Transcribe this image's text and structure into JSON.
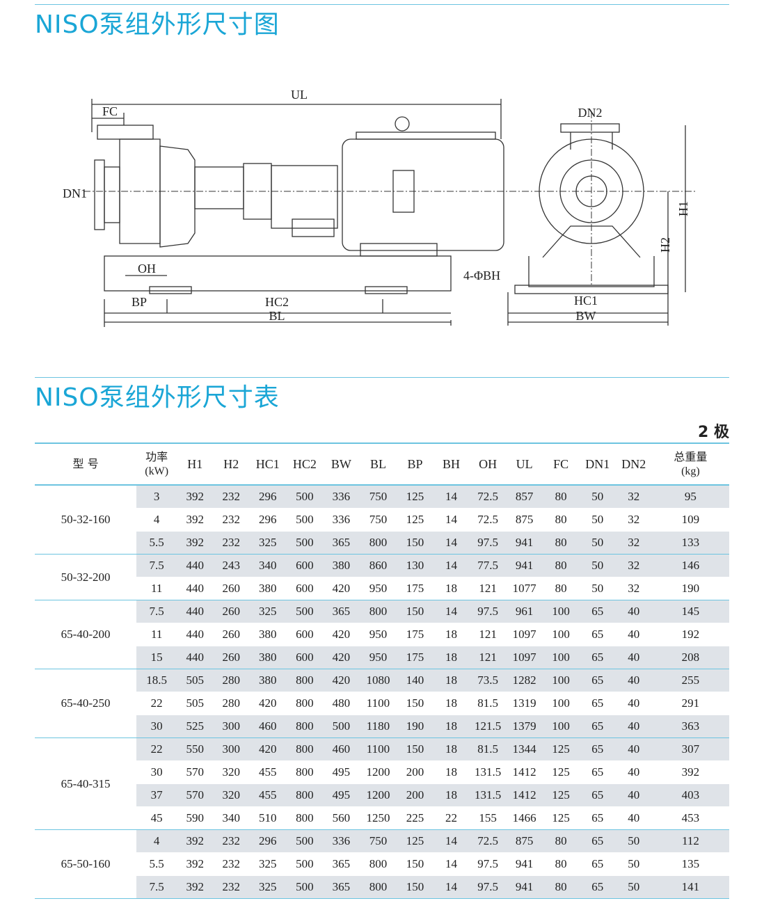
{
  "headings": {
    "drawing_title": "NISO泵组外形尺寸图",
    "table_title": "NISO泵组外形尺寸表",
    "pole_note": "2 极"
  },
  "drawing_labels": {
    "ul": "UL",
    "fc": "FC",
    "dn1": "DN1",
    "oh": "OH",
    "bp": "BP",
    "hc2": "HC2",
    "bl": "BL",
    "dn2": "DN2",
    "h1": "H1",
    "h2": "H2",
    "bh": "4-ΦBH",
    "hc1": "HC1",
    "bw": "BW"
  },
  "table": {
    "headers": [
      "型 号",
      "功率\n(kW)",
      "H1",
      "H2",
      "HC1",
      "HC2",
      "BW",
      "BL",
      "BP",
      "BH",
      "OH",
      "UL",
      "FC",
      "DN1",
      "DN2",
      "总重量\n(kg)"
    ],
    "groups": [
      {
        "model": "50-32-160",
        "rows": [
          [
            "3",
            "392",
            "232",
            "296",
            "500",
            "336",
            "750",
            "125",
            "14",
            "72.5",
            "857",
            "80",
            "50",
            "32",
            "95"
          ],
          [
            "4",
            "392",
            "232",
            "296",
            "500",
            "336",
            "750",
            "125",
            "14",
            "72.5",
            "875",
            "80",
            "50",
            "32",
            "109"
          ],
          [
            "5.5",
            "392",
            "232",
            "325",
            "500",
            "365",
            "800",
            "150",
            "14",
            "97.5",
            "941",
            "80",
            "50",
            "32",
            "133"
          ]
        ]
      },
      {
        "model": "50-32-200",
        "rows": [
          [
            "7.5",
            "440",
            "243",
            "340",
            "600",
            "380",
            "860",
            "130",
            "14",
            "77.5",
            "941",
            "80",
            "50",
            "32",
            "146"
          ],
          [
            "11",
            "440",
            "260",
            "380",
            "600",
            "420",
            "950",
            "175",
            "18",
            "121",
            "1077",
            "80",
            "50",
            "32",
            "190"
          ]
        ]
      },
      {
        "model": "65-40-200",
        "rows": [
          [
            "7.5",
            "440",
            "260",
            "325",
            "500",
            "365",
            "800",
            "150",
            "14",
            "97.5",
            "961",
            "100",
            "65",
            "40",
            "145"
          ],
          [
            "11",
            "440",
            "260",
            "380",
            "600",
            "420",
            "950",
            "175",
            "18",
            "121",
            "1097",
            "100",
            "65",
            "40",
            "192"
          ],
          [
            "15",
            "440",
            "260",
            "380",
            "600",
            "420",
            "950",
            "175",
            "18",
            "121",
            "1097",
            "100",
            "65",
            "40",
            "208"
          ]
        ]
      },
      {
        "model": "65-40-250",
        "rows": [
          [
            "18.5",
            "505",
            "280",
            "380",
            "800",
            "420",
            "1080",
            "140",
            "18",
            "73.5",
            "1282",
            "100",
            "65",
            "40",
            "255"
          ],
          [
            "22",
            "505",
            "280",
            "420",
            "800",
            "480",
            "1100",
            "150",
            "18",
            "81.5",
            "1319",
            "100",
            "65",
            "40",
            "291"
          ],
          [
            "30",
            "525",
            "300",
            "460",
            "800",
            "500",
            "1180",
            "190",
            "18",
            "121.5",
            "1379",
            "100",
            "65",
            "40",
            "363"
          ]
        ]
      },
      {
        "model": "65-40-315",
        "rows": [
          [
            "22",
            "550",
            "300",
            "420",
            "800",
            "460",
            "1100",
            "150",
            "18",
            "81.5",
            "1344",
            "125",
            "65",
            "40",
            "307"
          ],
          [
            "30",
            "570",
            "320",
            "455",
            "800",
            "495",
            "1200",
            "200",
            "18",
            "131.5",
            "1412",
            "125",
            "65",
            "40",
            "392"
          ],
          [
            "37",
            "570",
            "320",
            "455",
            "800",
            "495",
            "1200",
            "200",
            "18",
            "131.5",
            "1412",
            "125",
            "65",
            "40",
            "403"
          ],
          [
            "45",
            "590",
            "340",
            "510",
            "800",
            "560",
            "1250",
            "225",
            "22",
            "155",
            "1466",
            "125",
            "65",
            "40",
            "453"
          ]
        ]
      },
      {
        "model": "65-50-160",
        "rows": [
          [
            "4",
            "392",
            "232",
            "296",
            "500",
            "336",
            "750",
            "125",
            "14",
            "72.5",
            "875",
            "80",
            "65",
            "50",
            "112"
          ],
          [
            "5.5",
            "392",
            "232",
            "325",
            "500",
            "365",
            "800",
            "150",
            "14",
            "97.5",
            "941",
            "80",
            "65",
            "50",
            "135"
          ],
          [
            "7.5",
            "392",
            "232",
            "325",
            "500",
            "365",
            "800",
            "150",
            "14",
            "97.5",
            "941",
            "80",
            "65",
            "50",
            "141"
          ]
        ]
      }
    ]
  }
}
